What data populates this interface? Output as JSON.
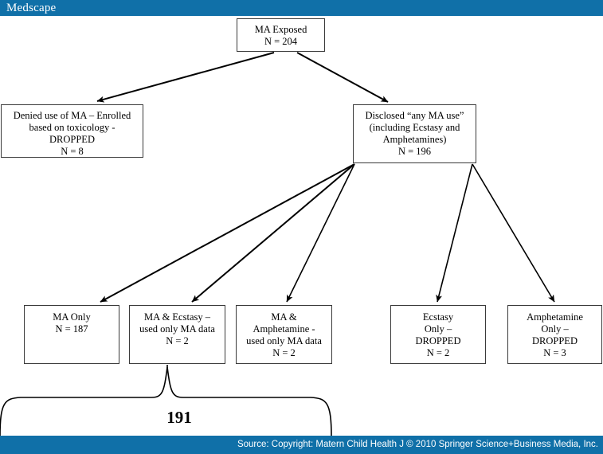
{
  "header": {
    "brand": "Medscape",
    "bar_color": "#1070a8"
  },
  "footer": {
    "source": "Source: Copyright: Matern Child Health J © 2010 Springer Science+Business Media, Inc.",
    "bar_color": "#1070a8"
  },
  "diagram": {
    "type": "flowchart",
    "nodes": {
      "exposed": "MA Exposed\nN = 204",
      "denied": "Denied use of MA – Enrolled\nbased on toxicology -\nDROPPED\nN = 8",
      "disclosed": "Disclosed “any MA use”\n(including Ecstasy and\nAmphetamines)\nN = 196",
      "ma_only": "MA Only\nN = 187",
      "ma_ecstasy": "MA & Ecstasy –\nused only MA data\nN = 2",
      "ma_amphetamine": "MA &\nAmphetamine -\nused only MA data\nN = 2",
      "ecstasy_only": "Ecstasy\nOnly –\nDROPPED\nN = 2",
      "amphetamine_only": "Amphetamine\nOnly –\nDROPPED\nN = 3"
    },
    "brace_total": "191",
    "edges": [
      {
        "from": "exposed",
        "to": "denied"
      },
      {
        "from": "exposed",
        "to": "disclosed"
      },
      {
        "from": "disclosed",
        "to": "ma_only"
      },
      {
        "from": "disclosed",
        "to": "ma_ecstasy"
      },
      {
        "from": "disclosed",
        "to": "ma_amphetamine"
      },
      {
        "from": "disclosed",
        "to": "ecstasy_only"
      },
      {
        "from": "disclosed",
        "to": "amphetamine_only"
      }
    ]
  }
}
